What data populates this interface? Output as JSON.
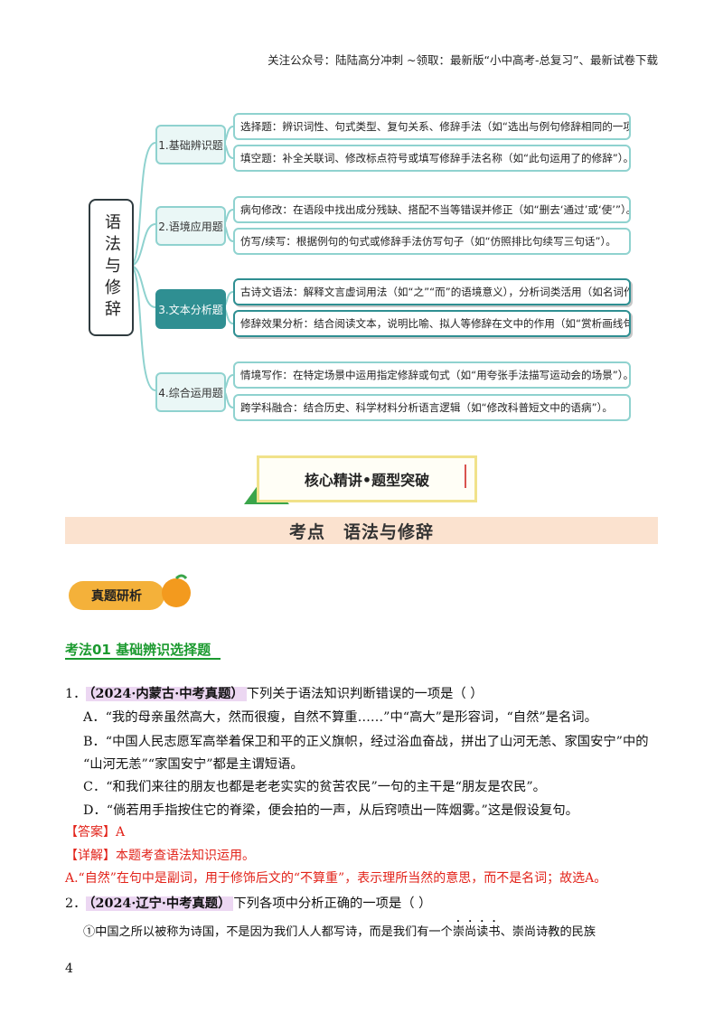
{
  "header": "关注公众号：陆陆高分冲刺 ~领取：最新版“小中高考-总复习”、最新试卷下载",
  "mindmap": {
    "root": "语法与修辞",
    "categories": [
      {
        "label": "1.基础辨识题",
        "items": [
          "选择题：辨识词性、句式类型、复句关系、修辞手法（如“选出与例句修辞相同的一项”）。",
          "填空题：补全关联词、修改标点符号或填写修辞手法名称（如“此句运用了"
        ],
        "item2_tail": "的修辞”）。"
      },
      {
        "label": "2.语境应用题",
        "items": [
          "病句修改：在语段中找出成分残缺、搭配不当等错误并修正（如“删去‘通过’或‘使’”）。",
          "仿写/续写：根据例句的句式或修辞手法仿写句子（如“仿照排比句续写三句话”）。"
        ]
      },
      {
        "label": "3.文本分析题",
        "items": [
          "古诗文语法：解释文言虚词用法（如“之”“而”的语境意义），分析词类活用（如名词作动词）。",
          "修辞效果分析：结合阅读文本，说明比喻、拟人等修辞在文中的作用（如“赏析画线句的表达效果”）。"
        ]
      },
      {
        "label": "4.综合运用题",
        "items": [
          "情境写作：在特定场景中运用指定修辞或句式（如“用夸张手法描写运动会的场景”）。",
          "跨学科融合：结合历史、科学材料分析语言逻辑（如“修改科普短文中的语病”）。"
        ]
      }
    ]
  },
  "banner": "核心精讲•题型突破",
  "section_title": "考点　语法与修辞",
  "tag": "真题研析",
  "method_title": "考法01 基础辨识选择题",
  "q1": {
    "num": "1．",
    "source": "（2024·内蒙古·中考真题）",
    "stem": "下列关于语法知识判断错误的一项是（   ）",
    "options": [
      "A．“我的母亲虽然高大，然而很瘦，自然不算重……”中“高大”是形容词，“自然”是名词。",
      "B．“中国人民志愿军高举着保卫和平的正义旗帜，经过浴血奋战，拼出了山河无恙、家国安宁”中的",
      "“山河无恙”“家国安宁”都是主谓短语。",
      "C．“和我们来往的朋友也都是老老实实的贫苦农民”一句的主干是“朋友是农民”。",
      "D．“倘若用手指按住它的脊梁，便会拍的一声，从后窍喷出一阵烟雾。”这是假设复句。"
    ],
    "answer": "【答案】A",
    "detail": "【详解】本题考查语法知识运用。",
    "explanation": "A.“自然”在句中是副词，用于修饰后文的“不算重”，表示理所当然的意思，而不是名词；故选A。"
  },
  "q2": {
    "num": "2．",
    "source": "（2024·辽宁·中考真题）",
    "stem": "下列各项中分析正确的一项是（   ）",
    "text_a": "①中国之所以被称为诗国，不是因为我们人人都写诗，而是我们有一个",
    "text_dotted": "崇尚读书",
    "text_b": "、崇尚诗教的民族"
  },
  "page_number": "4",
  "colors": {
    "teal": "#8fd2cf",
    "dark_teal": "#2f8f92",
    "green": "#1b9a2f",
    "red": "#e2231a",
    "section_bg": "#fbe2cf"
  }
}
